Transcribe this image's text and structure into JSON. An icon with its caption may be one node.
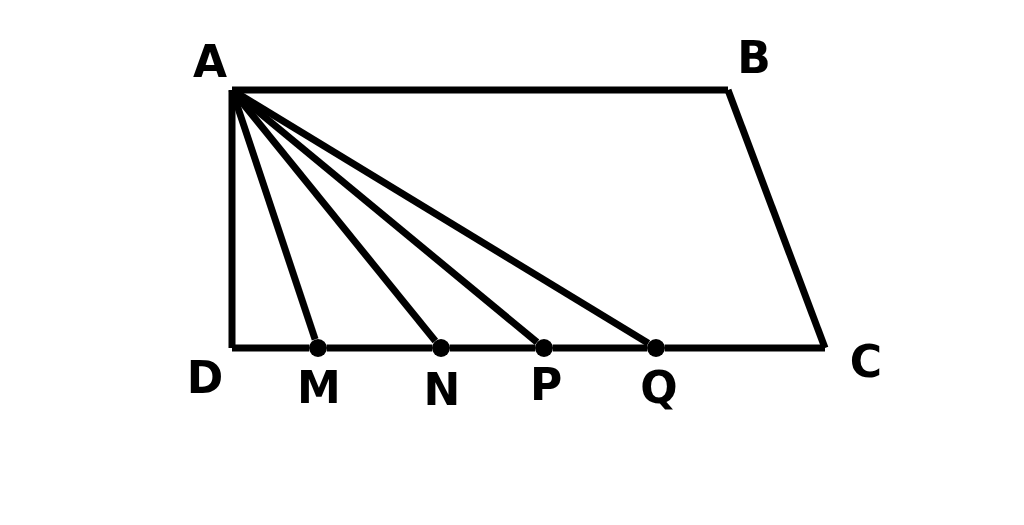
{
  "diagram": {
    "nodes": [
      {
        "text": [
          "A"
        ]
      },
      {
        "text": [
          "B"
        ]
      },
      {
        "text": [
          "C"
        ]
      },
      {
        "text": [
          "D"
        ]
      },
      {
        "text": [],
        "shape": "circle",
        "beside": [
          "M"
        ]
      },
      {
        "text": [],
        "shape": "circle",
        "beside": [
          "N"
        ]
      },
      {
        "text": [],
        "shape": "circle",
        "beside": [
          "P"
        ]
      },
      {
        "text": [],
        "shape": "circle",
        "beside": [
          "Q"
        ]
      }
    ],
    "edges": [
      {
        "from": 0,
        "to": 1,
        "arrow": "none"
      },
      {
        "from": 1,
        "to": 2,
        "arrow": "none"
      },
      {
        "from": 3,
        "to": 4,
        "arrow": "none"
      },
      {
        "from": 4,
        "to": 5,
        "arrow": "none"
      },
      {
        "from": 5,
        "to": 6,
        "arrow": "none"
      },
      {
        "from": 6,
        "to": 7,
        "arrow": "none"
      },
      {
        "from": 7,
        "to": 2,
        "arrow": "none"
      },
      {
        "from": 0,
        "to": 3,
        "arrow": "none"
      },
      {
        "from": 0,
        "to": 4,
        "arrow": "none"
      },
      {
        "from": 0,
        "to": 5,
        "arrow": "none"
      },
      {
        "from": 0,
        "to": 6,
        "arrow": "none"
      },
      {
        "from": 0,
        "to": 7,
        "arrow": "none"
      }
    ]
  }
}
